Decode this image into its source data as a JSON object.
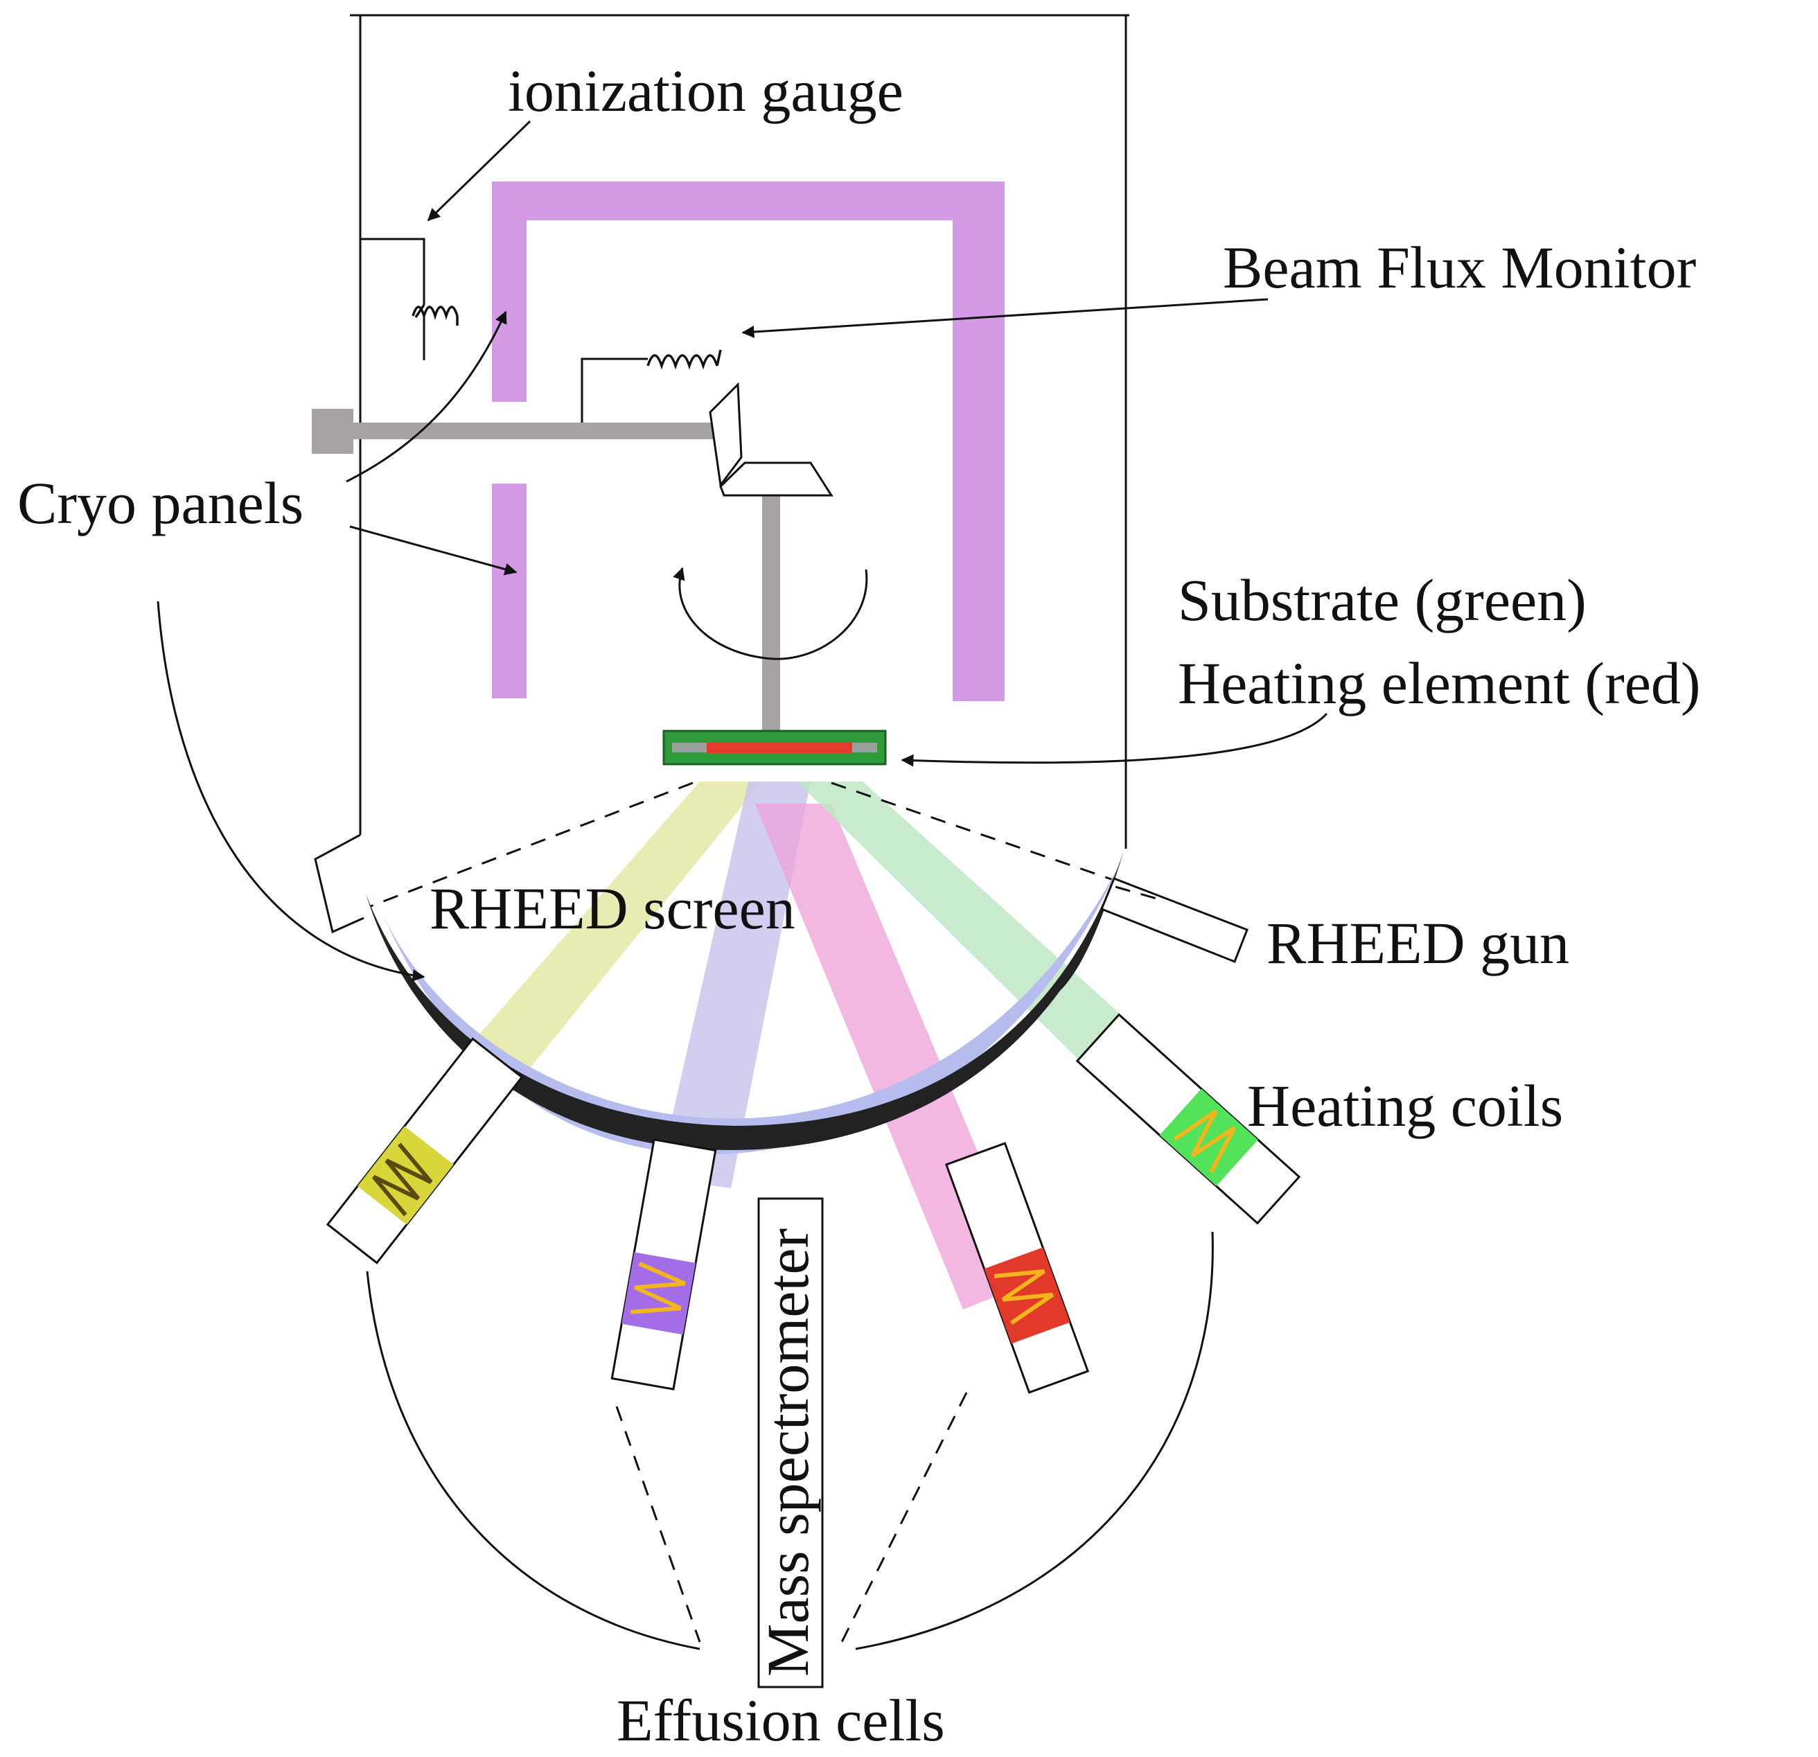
{
  "labels": {
    "ionization_gauge": "ionization gauge",
    "beam_flux_monitor": "Beam Flux Monitor",
    "cryo_panels": "Cryo panels",
    "substrate": "Substrate (green)",
    "heating_element": "Heating element (red)",
    "rheed_screen": "RHEED screen",
    "rheed_gun": "RHEED gun",
    "heating_coils": "Heating coils",
    "mass_spectrometer": "Mass spectrometer",
    "effusion_cells": "Effusion cells"
  },
  "colors": {
    "cryo_panel": "#d49ae6",
    "manipulator": "#a7a2a6",
    "substrate": "#2e9c3a",
    "heating_element": "#e43b2c",
    "rheed_screen": "#222222",
    "screen_backing": "#b7bcee",
    "beam_yellow": "#e5e9a4",
    "beam_lavender": "#c9c6ec",
    "beam_pink": "#eda0d8",
    "beam_green": "#bfe8c4",
    "cell_yellow": "#d8d63a",
    "cell_purple": "#a46de8",
    "cell_red": "#e23a2a",
    "cell_green": "#52e35a",
    "coil_wire": "#f2b51c"
  }
}
